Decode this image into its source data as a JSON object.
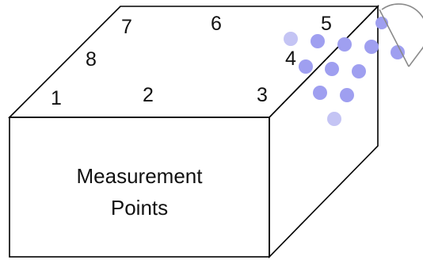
{
  "diagram": {
    "title_line1": "Measurement",
    "title_line2": "Points",
    "points": [
      "1",
      "2",
      "3",
      "4",
      "5",
      "6",
      "7",
      "8"
    ],
    "dot_color": "#9f9ff0",
    "dot_color_light": "#c4c4f4",
    "edge_color": "#000000",
    "sensor_color": "#8a8a8a"
  }
}
